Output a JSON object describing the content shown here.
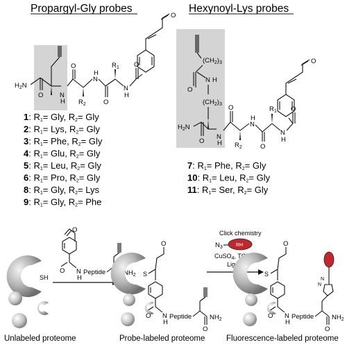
{
  "headers": {
    "left": "Propargyl-Gly probes",
    "right": "Hexynoyl-Lys probes"
  },
  "left_probes": [
    {
      "num": "1",
      "r1": "Gly",
      "r2": "Gly"
    },
    {
      "num": "2",
      "r1": "Lys",
      "r2": "Gly"
    },
    {
      "num": "3",
      "r1": "Phe",
      "r2": "Gly"
    },
    {
      "num": "4",
      "r1": "Glu",
      "r2": "Gly"
    },
    {
      "num": "5",
      "r1": "Leu",
      "r2": "Gly"
    },
    {
      "num": "6",
      "r1": "Pro",
      "r2": "Gly"
    },
    {
      "num": "8",
      "r1": "Gly",
      "r2": "Lys"
    },
    {
      "num": "9",
      "r1": "Gly",
      "r2": "Phe"
    }
  ],
  "right_probes": [
    {
      "num": "7",
      "r1": "Phe",
      "r2": "Gly"
    },
    {
      "num": "10",
      "r1": "Leu",
      "r2": "Gly"
    },
    {
      "num": "11",
      "r1": "Ser",
      "r2": "Gly"
    }
  ],
  "atoms": {
    "h2n": "H",
    "h2n_sub": "2",
    "n": "N",
    "nh": "N",
    "h": "H",
    "o": "O",
    "r1": "R",
    "r1_sub": "1",
    "r2": "R",
    "r2_sub": "2",
    "ch2": "(CH",
    "ch2_sub1": "2",
    "ch2_close": ")",
    "ch2_sub2": "3",
    "s": "S",
    "sh": "SH",
    "nh2": "NH",
    "nh2_sub": "2",
    "n3": "N",
    "n3_sub": "3",
    "n_ring": "N"
  },
  "peptide_label": "Peptide",
  "reaction": {
    "title": "Click chemistry",
    "reagent_line1": "CuSO",
    "reagent_line1_sub": "4",
    "reagent_line1_rest": ", TCEP,",
    "reagent_line2": "Ligand",
    "dye": "RH"
  },
  "captions": {
    "unlabeled": "Unlabeled proteome",
    "probe_labeled": "Probe-labeled proteome",
    "fluorescence_labeled": "Fluorescence-labeled proteome"
  },
  "colors": {
    "highlight": "#d4d4d4",
    "protein_dark": "#8c8c8c",
    "protein_light": "#d9d9d9",
    "dye_red": "#c0282d"
  }
}
